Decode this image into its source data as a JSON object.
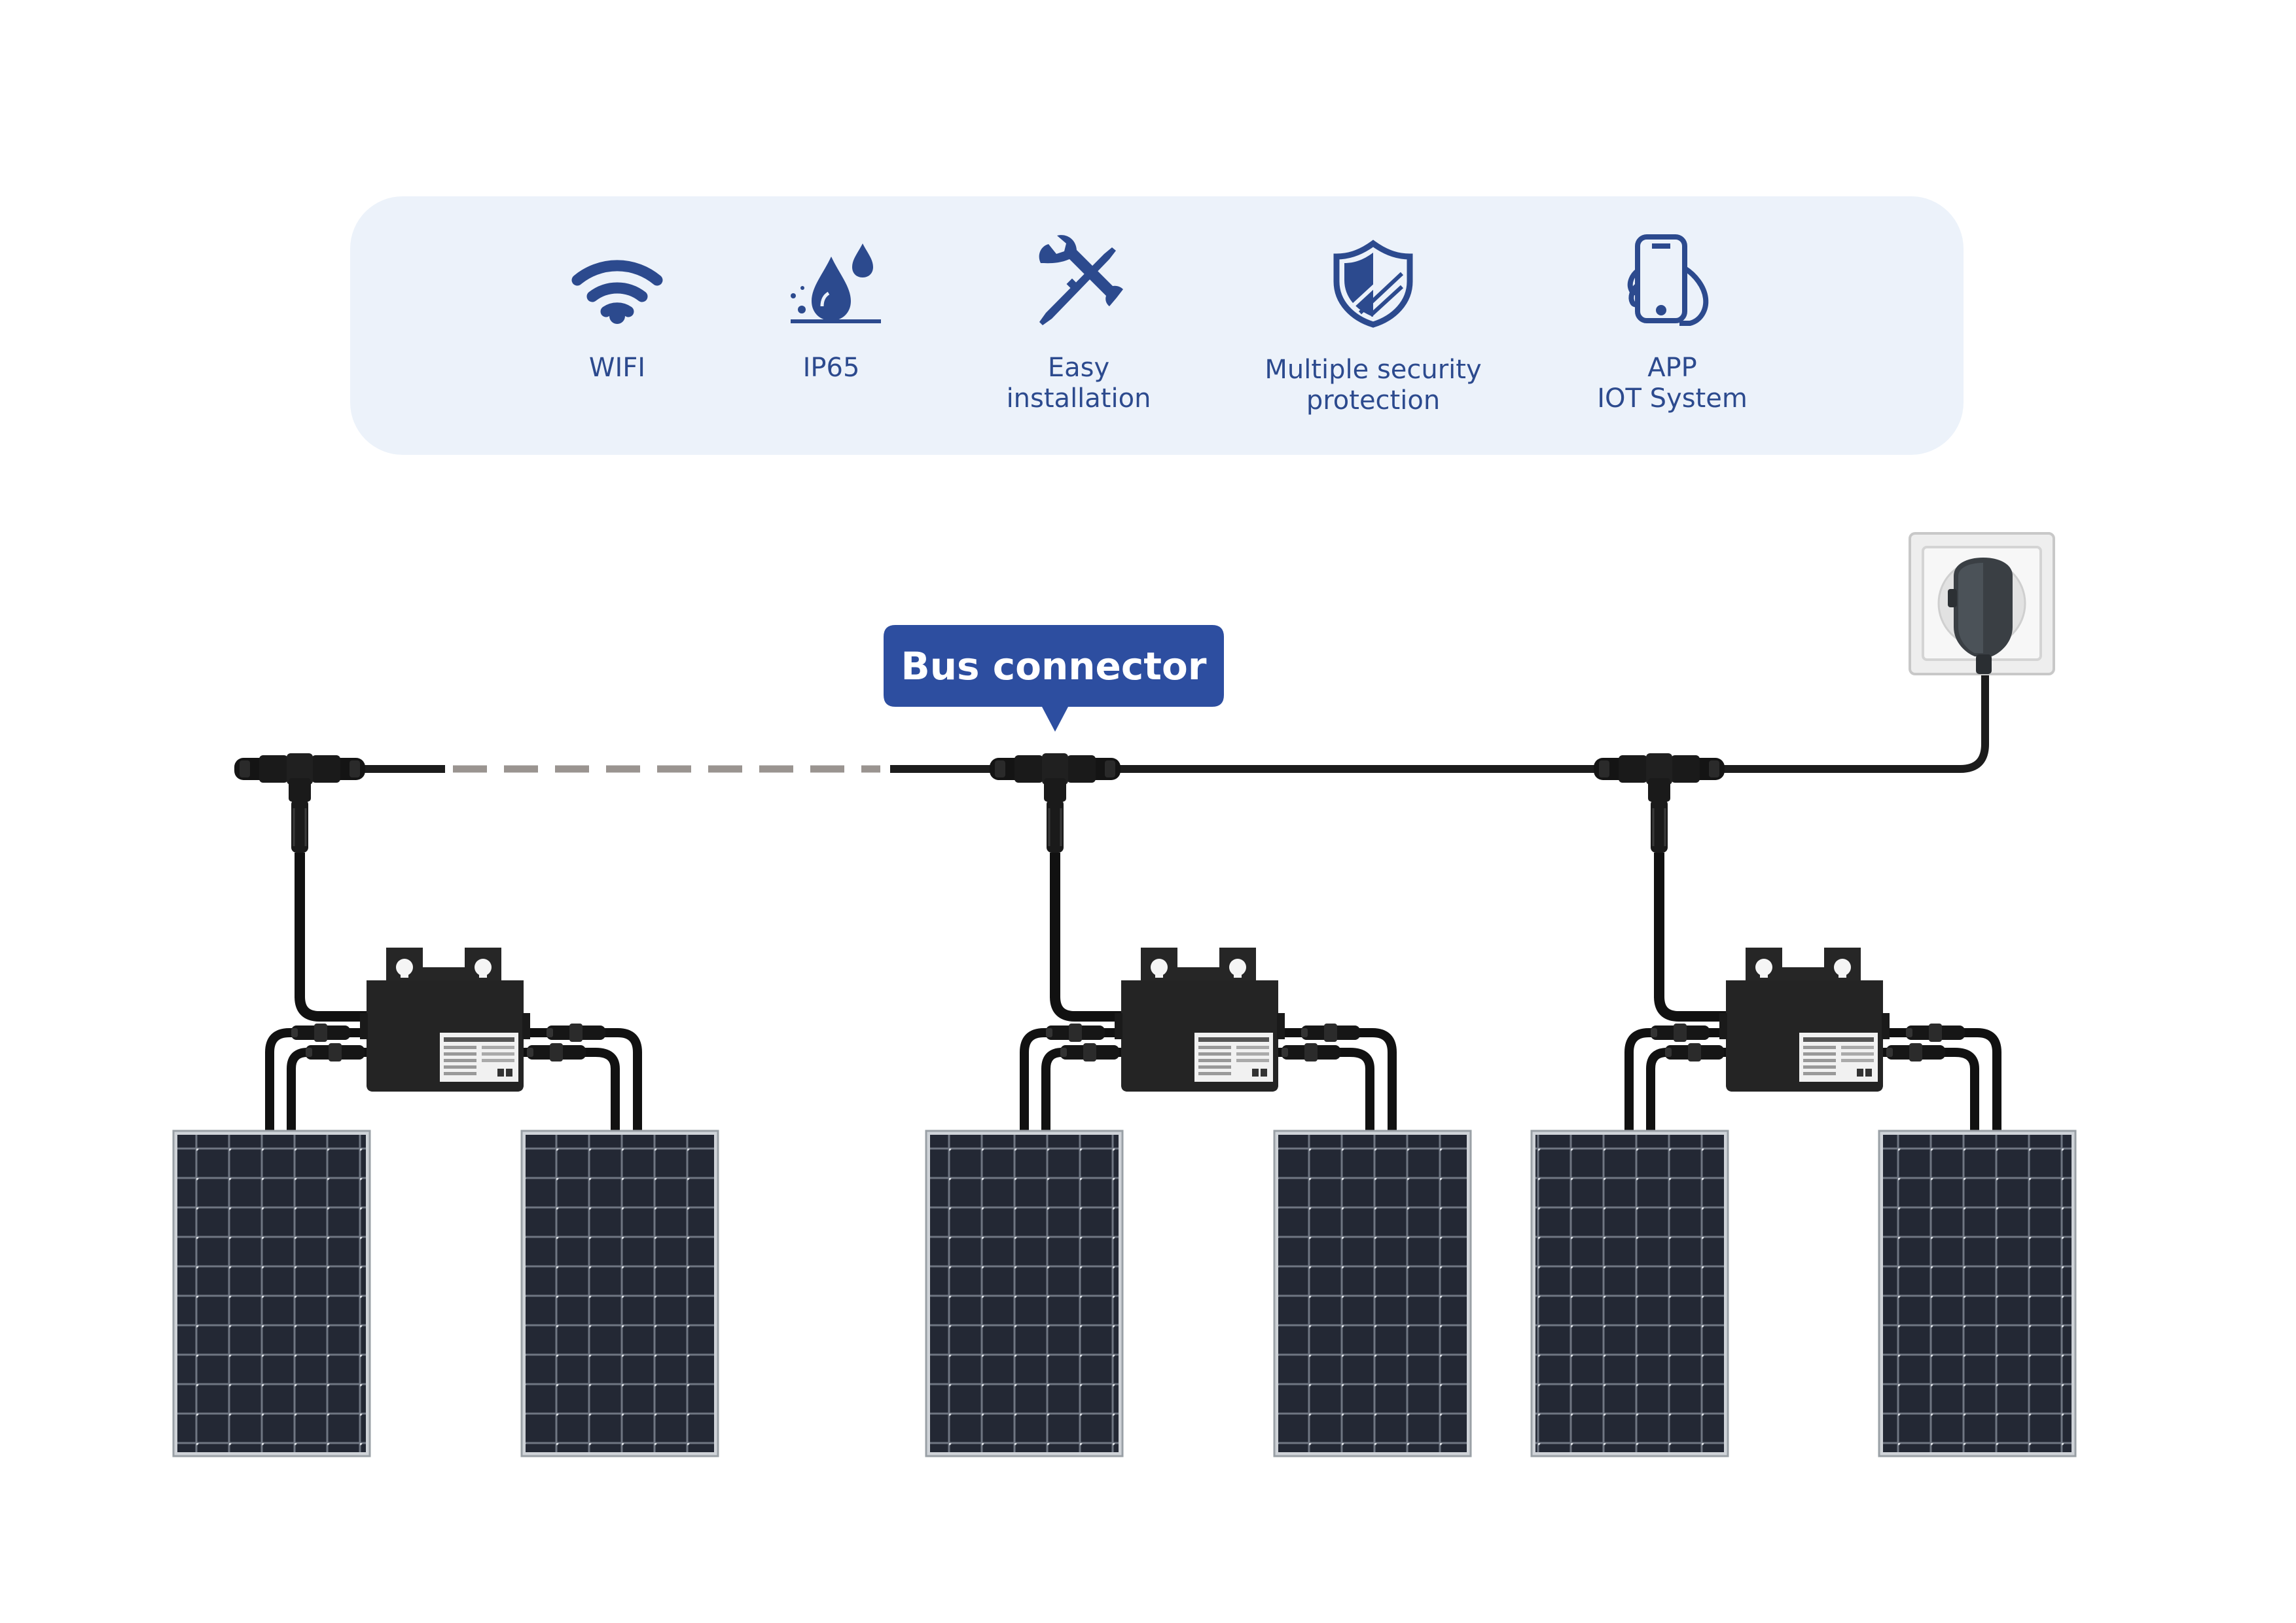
{
  "colors": {
    "feature_panel_bg": "#ecf2fa",
    "accent_blue": "#2c4a8e",
    "callout_blue": "#2d4ea0",
    "cable_black": "#1c1c1c",
    "dashed_cable": "#9a9490",
    "panel_cell": "#232834",
    "panel_grid": "#6d7480",
    "inverter_body": "#262626"
  },
  "features": [
    {
      "icon": "wifi-icon",
      "lines": [
        "WIFI"
      ]
    },
    {
      "icon": "water-drop-icon",
      "lines": [
        "IP65"
      ]
    },
    {
      "icon": "tools-icon",
      "lines": [
        "Easy",
        "installation"
      ]
    },
    {
      "icon": "shield-icon",
      "lines": [
        "Multiple security",
        "protection"
      ]
    },
    {
      "icon": "phone-hand-icon",
      "lines": [
        "APP",
        "IOT System"
      ]
    }
  ],
  "callout": {
    "label": "Bus connector"
  },
  "system": {
    "inverter_count": 3,
    "panels_per_inverter": 2,
    "icons": [
      "wall-socket-icon",
      "plug-icon",
      "t-connector-icon",
      "micro-inverter-icon",
      "solar-panel-icon"
    ]
  }
}
